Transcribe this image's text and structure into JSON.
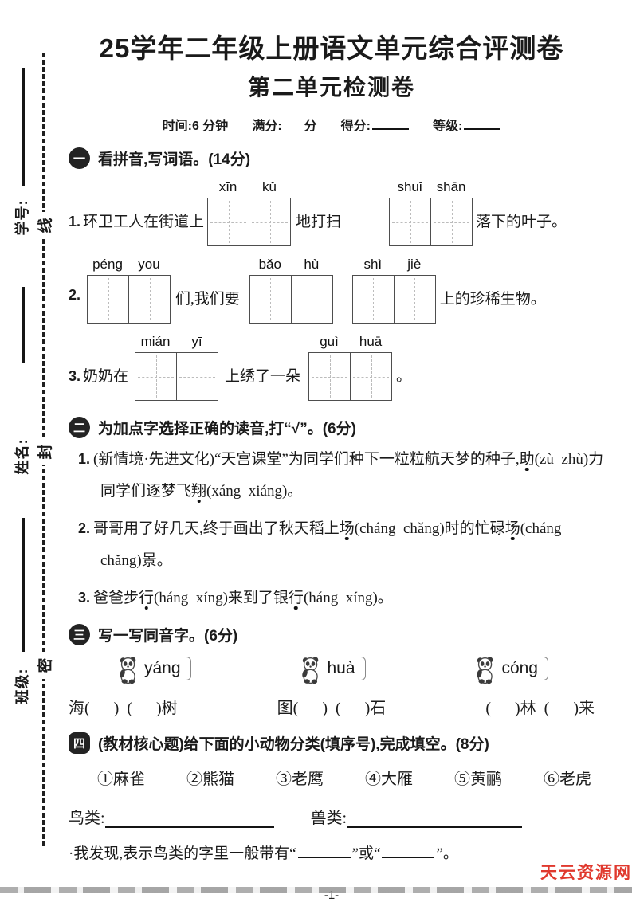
{
  "page": {
    "title": "25学年二年级上册语文单元综合评测卷",
    "subtitle": "第二单元检测卷",
    "info": {
      "time": "时间:6 分钟",
      "full_label": "满分:",
      "full_unit": "分",
      "score_label": "得分:",
      "grade_label": "等级:"
    },
    "page_number": "-1-",
    "watermark": "天云资源网",
    "colors": {
      "watermark": "#e0392e",
      "ink": "#1a1a1a"
    }
  },
  "sidebar": {
    "fields": [
      {
        "label": "学号:"
      },
      {
        "label": "姓名:"
      },
      {
        "label": "班级:"
      }
    ],
    "seal_chars": [
      "线",
      "封",
      "密"
    ]
  },
  "section1": {
    "badge": "一",
    "title": "看拼音,写词语。(14分)",
    "rows": [
      {
        "num": "1.",
        "pre": "环卫工人在街道上",
        "pair1": [
          "xīn",
          "kǔ"
        ],
        "mid": "地打扫",
        "pair2": [
          "shuǐ",
          "shān"
        ],
        "suf": "落下的叶子。"
      },
      {
        "num": "2.",
        "pre": "",
        "pair1": [
          "péng",
          "you"
        ],
        "mid": "们,我们要",
        "pair2": [
          "bǎo",
          "hù"
        ],
        "pair3": [
          "shì",
          "jiè"
        ],
        "suf": "上的珍稀生物。"
      },
      {
        "num": "3.",
        "pre": "奶奶在",
        "pair1": [
          "mián",
          "yī"
        ],
        "mid": "上绣了一朵",
        "pair2": [
          "guì",
          "huā"
        ],
        "suf": "。"
      }
    ]
  },
  "section2": {
    "badge": "二",
    "title": "为加点字选择正确的读音,打“√”。(6分)",
    "items": [
      {
        "num": "1.",
        "segments": [
          {
            "t": "(新情境·先进文化)“天宫课堂”为同学们种下一粒粒航天梦的种子,"
          },
          {
            "t": "助",
            "dot": true
          },
          {
            "t": "(zù  zhù)力同学们逐梦飞"
          },
          {
            "t": "翔",
            "dot": true
          },
          {
            "t": "(xáng  xiáng)。"
          }
        ]
      },
      {
        "num": "2.",
        "segments": [
          {
            "t": "哥哥用了好几天,终于画出了秋天稻上"
          },
          {
            "t": "场",
            "dot": true
          },
          {
            "t": "(cháng  chǎng)时的忙碌"
          },
          {
            "t": "场",
            "dot": true
          },
          {
            "t": "(cháng  chǎng)景。"
          }
        ]
      },
      {
        "num": "3.",
        "segments": [
          {
            "t": "爸爸步"
          },
          {
            "t": "行",
            "dot": true
          },
          {
            "t": "(háng  xíng)来到了银"
          },
          {
            "t": "行",
            "dot": true
          },
          {
            "t": "(háng  xíng)。"
          }
        ]
      }
    ]
  },
  "section3": {
    "badge": "三",
    "title": "写一写同音字。(6分)",
    "tags": [
      "yáng",
      "huà",
      "cóng"
    ],
    "groups": [
      "海(      )  (      )树",
      "图(      )  (      )石",
      "(      )林  (      )来"
    ]
  },
  "section4": {
    "badge": "四",
    "title": "(教材核心题)给下面的小动物分类(填序号),完成填空。(8分)",
    "options": [
      "①麻雀",
      "②熊猫",
      "③老鹰",
      "④大雁",
      "⑤黄鹂",
      "⑥老虎"
    ],
    "bird_label": "鸟类:",
    "beast_label": "兽类:",
    "discover_parts": [
      "·我发现,表示鸟类的字里一般带有“",
      "”或“",
      "”。"
    ]
  }
}
